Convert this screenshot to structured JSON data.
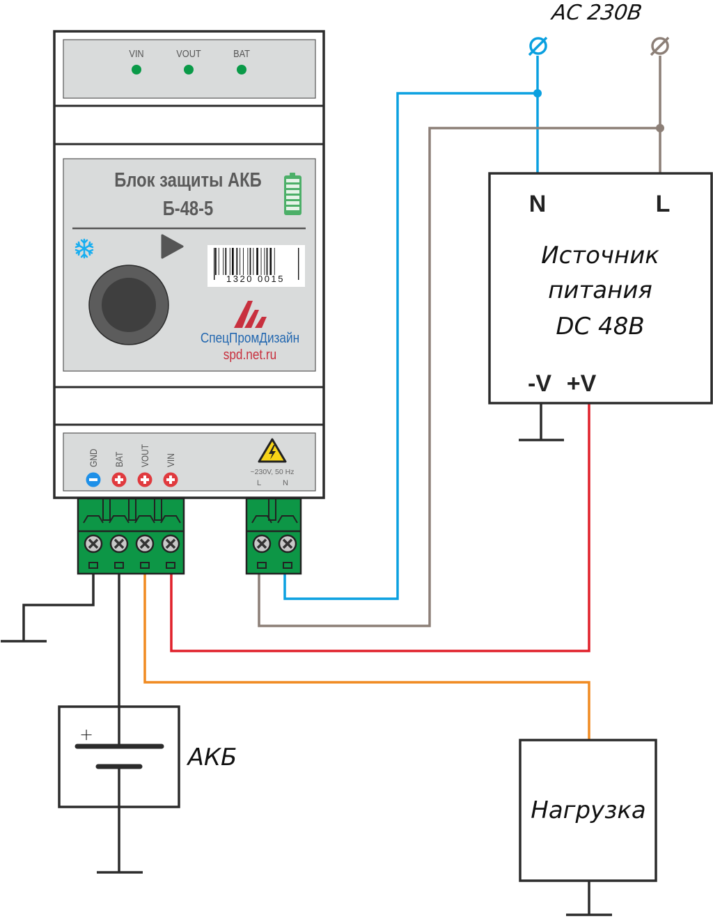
{
  "device": {
    "leds": [
      {
        "label": "VIN",
        "color": "#0a9a48"
      },
      {
        "label": "VOUT",
        "color": "#0a9a48"
      },
      {
        "label": "BAT",
        "color": "#0a9a48"
      }
    ],
    "title_line1": "Блок защиты АКБ",
    "title_line2": "Б-48-5",
    "barcode_number": "1320 0015",
    "brand_name": "СпецПромДизайн",
    "brand_url": "spd.net.ru",
    "terminals": [
      {
        "label": "GND",
        "polarity": "minus",
        "color": "#1e90e8"
      },
      {
        "label": "BAT",
        "polarity": "plus",
        "color": "#e03a3e"
      },
      {
        "label": "VOUT",
        "polarity": "plus",
        "color": "#e03a3e"
      },
      {
        "label": "VIN",
        "polarity": "plus",
        "color": "#e03a3e"
      }
    ],
    "mains_rating": "~230V, 50 Hz",
    "mains_L": "L",
    "mains_N": "N",
    "icons": [
      "snowflake-icon",
      "play-icon",
      "battery-full-icon",
      "high-voltage-warning-icon",
      "brand-logo-icon"
    ]
  },
  "ac_source": {
    "label": "AC 230В"
  },
  "power_supply": {
    "terminal_N": "N",
    "terminal_L": "L",
    "line1": "Источник",
    "line2": "питания",
    "line3": "DC 48В",
    "terminal_minus": "-V",
    "terminal_plus": "+V"
  },
  "battery": {
    "label": "АКБ",
    "plus_sign": "+"
  },
  "load": {
    "label": "Нагрузка"
  },
  "wire_colors": {
    "neutral": "#0aa0e0",
    "line": "#8c7f77",
    "positive": "#e0202a",
    "output": "#f08a20",
    "ground": "#2b2b2b"
  }
}
